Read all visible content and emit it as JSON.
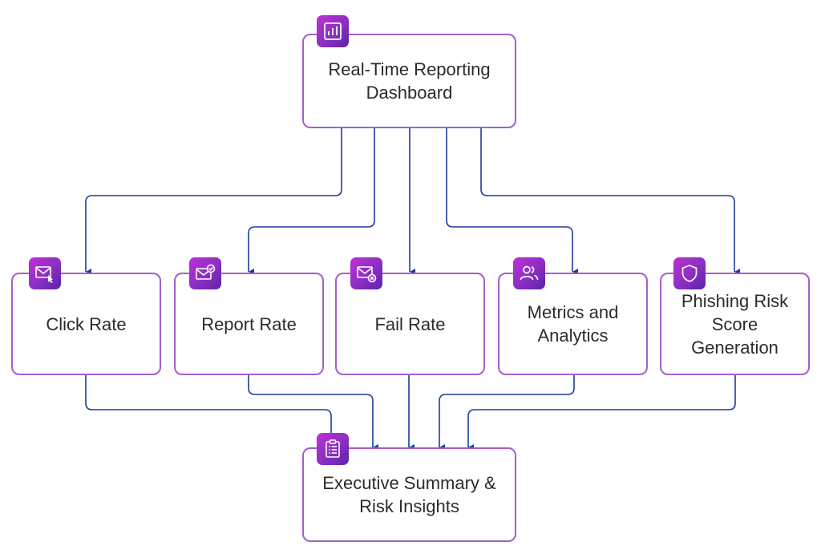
{
  "colors": {
    "box_border": "#a45fc9",
    "connector": "#1e3a9e",
    "icon_gradient_start": "#c02fd4",
    "icon_gradient_end": "#5b22a8"
  },
  "top": {
    "label": "Real-Time Reporting\nDashboard",
    "icon": "bar-chart-icon"
  },
  "metrics": [
    {
      "label": "Click Rate",
      "icon": "mail-click-icon"
    },
    {
      "label": "Report Rate",
      "icon": "mail-check-icon"
    },
    {
      "label": "Fail Rate",
      "icon": "mail-x-icon"
    },
    {
      "label": "Metrics and\nAnalytics",
      "icon": "users-icon"
    },
    {
      "label": "Phishing Risk\nScore\nGeneration",
      "icon": "shield-icon"
    }
  ],
  "bottom": {
    "label": "Executive Summary &\nRisk Insights",
    "icon": "clipboard-list-icon"
  }
}
